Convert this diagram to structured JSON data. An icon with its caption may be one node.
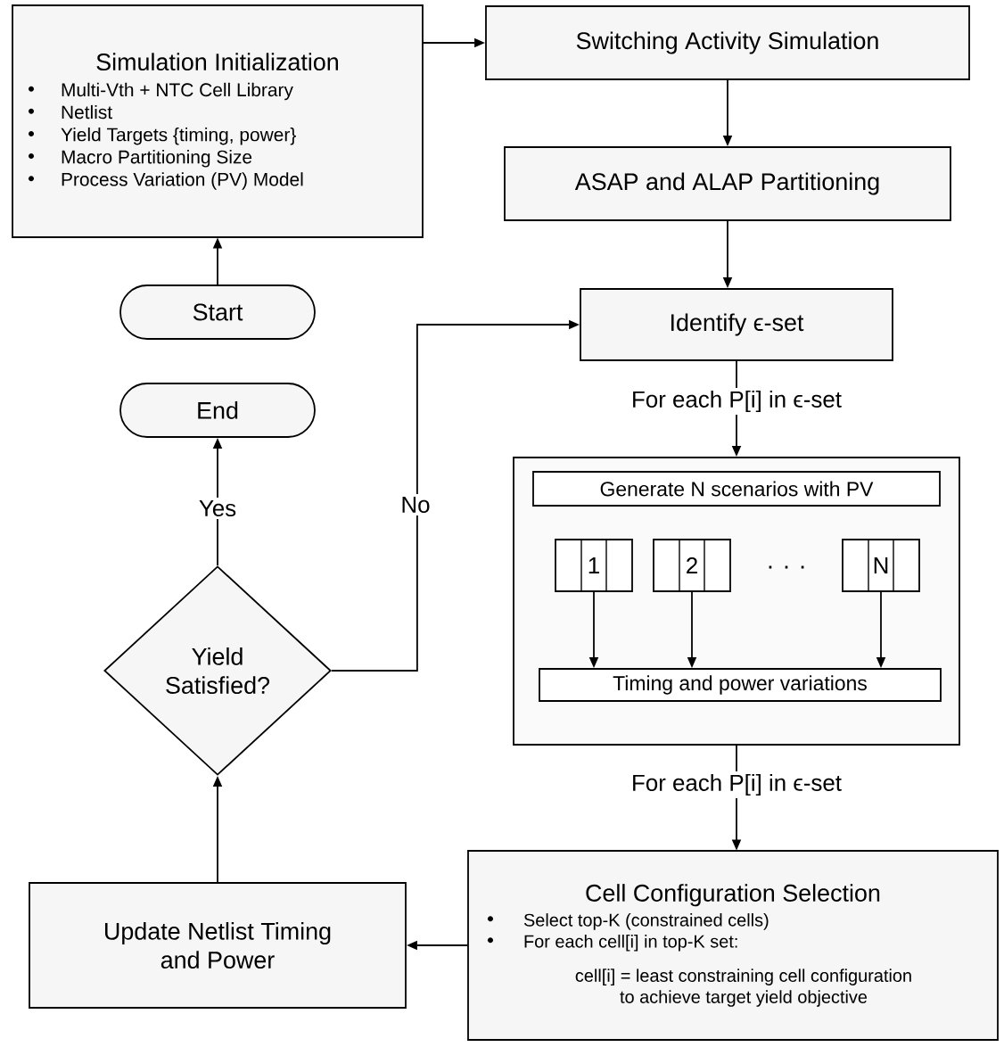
{
  "diagram": {
    "nodes": [
      {
        "text": [
          "Simulation Initialization",
          "Multi-Vth + NTC Cell Library",
          "Netlist",
          "Yield Targets {timing, power}",
          "Macro Partitioning Size",
          "Process Variation (PV) Model"
        ]
      },
      {
        "text": [
          "Switching Activity Simulation"
        ]
      },
      {
        "text": [
          "ASAP and ALAP Partitioning"
        ]
      },
      {
        "text": [
          "Identify ϵ-set"
        ]
      },
      {
        "text": [],
        "shape": "box"
      },
      {
        "text": [
          "Generate N scenarios with PV"
        ],
        "in": 4
      },
      {
        "text": [
          "1"
        ],
        "in": 4
      },
      {
        "text": [
          "2"
        ],
        "in": 4
      },
      {
        "text": [
          "N"
        ],
        "in": 4
      },
      {
        "text": [
          "Timing and power variations"
        ],
        "in": 4
      },
      {
        "text": [
          "Cell Configuration Selection",
          "Select top-K (constrained cells)",
          "For each cell[i] in top-K set:",
          "cell[i] = least constraining cell configuration to achieve target yield objective"
        ]
      },
      {
        "text": [
          "Update Netlist Timing and Power"
        ]
      },
      {
        "text": [
          "Yield Satisfied?"
        ]
      },
      {
        "text": [
          "End"
        ]
      },
      {
        "text": [
          "Start"
        ]
      }
    ],
    "edges": [
      {
        "from": 14,
        "to": 0,
        "arrow": "to"
      },
      {
        "from": 0,
        "to": 1,
        "arrow": "to"
      },
      {
        "from": 1,
        "to": 2,
        "arrow": "to"
      },
      {
        "from": 2,
        "to": 3,
        "arrow": "to"
      },
      {
        "from": 3,
        "to": 4,
        "arrow": "to",
        "label": "For each P[i] in ϵ-set"
      },
      {
        "from": 6,
        "to": 9,
        "arrow": "to"
      },
      {
        "from": 7,
        "to": 9,
        "arrow": "to"
      },
      {
        "from": 8,
        "to": 9,
        "arrow": "to"
      },
      {
        "from": 4,
        "to": 10,
        "arrow": "to",
        "label": "For each P[i] in ϵ-set"
      },
      {
        "from": 10,
        "to": 11,
        "arrow": "to"
      },
      {
        "from": 11,
        "to": 12,
        "arrow": "to"
      },
      {
        "from": 12,
        "to": 13,
        "arrow": "to",
        "label": "Yes"
      },
      {
        "from": 12,
        "to": 3,
        "arrow": "to",
        "label": "No"
      }
    ],
    "labels": [
      ". . ."
    ]
  }
}
